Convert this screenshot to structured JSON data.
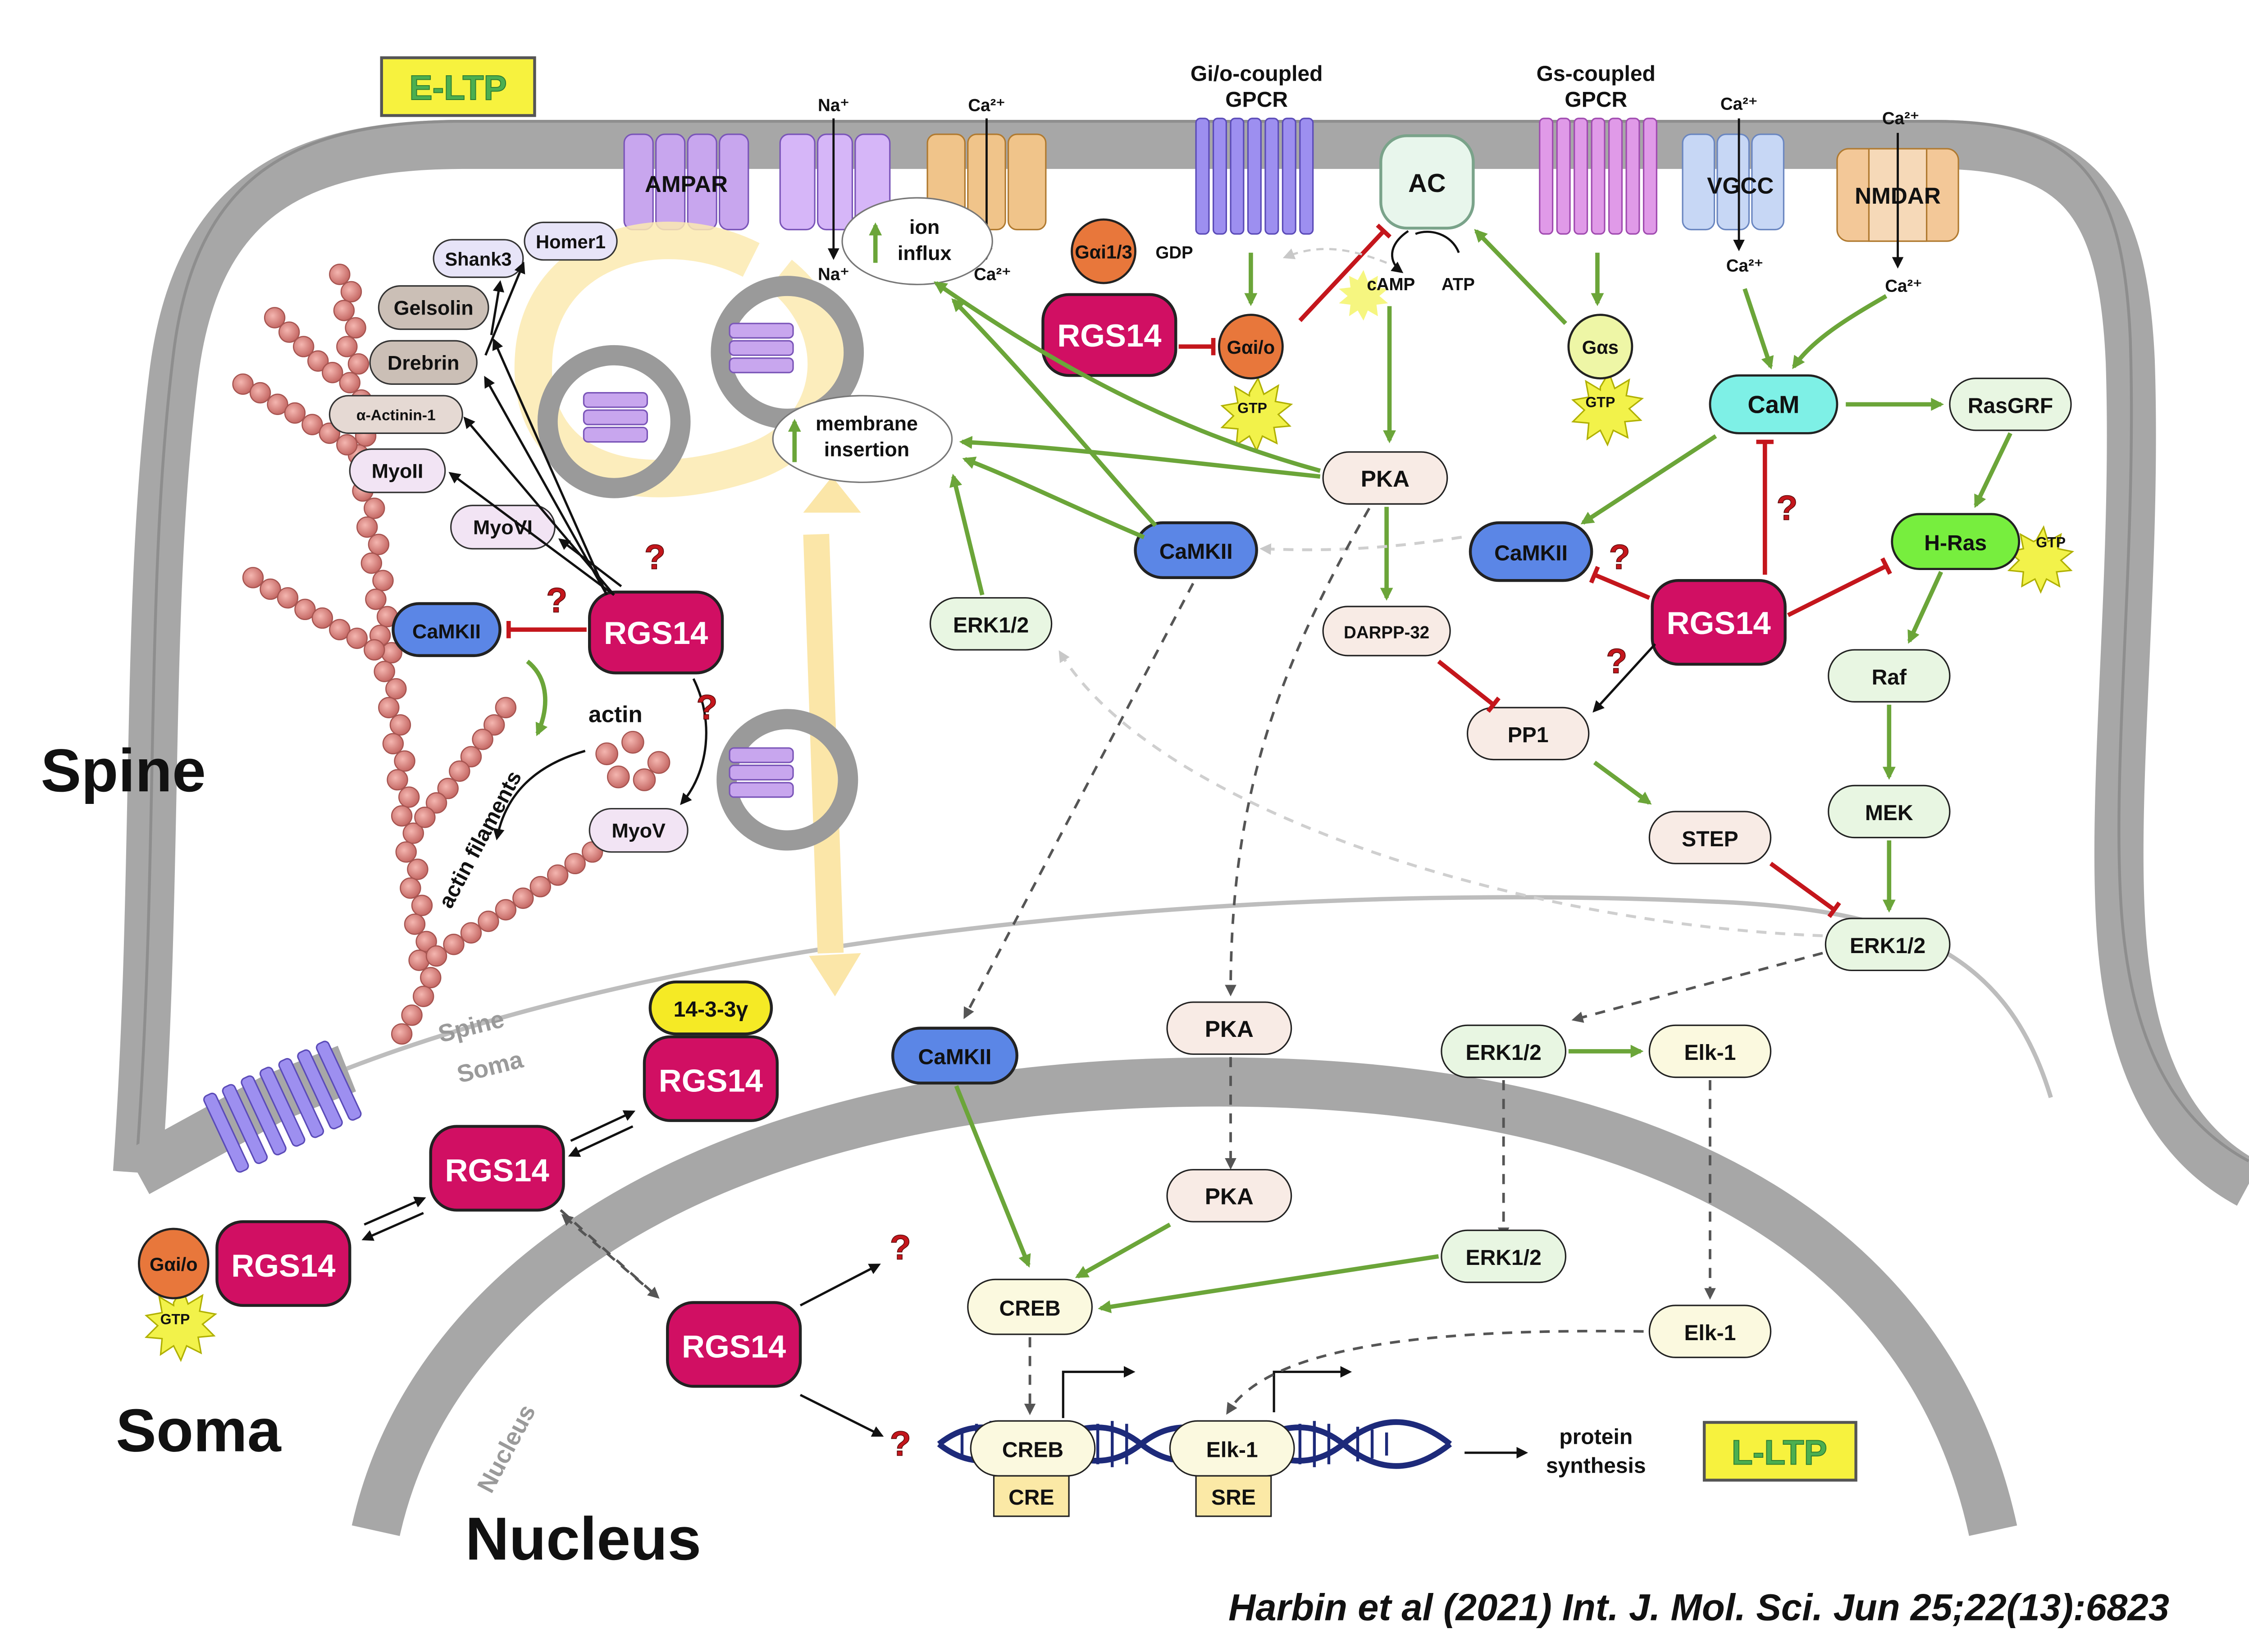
{
  "labels": {
    "e_ltp": "E-LTP",
    "l_ltp": "L-LTP",
    "spine": "Spine",
    "soma": "Soma",
    "nucleus": "Nucleus",
    "spine_small": "Spine",
    "soma_small": "Soma",
    "nucleus_small": "Nucleus",
    "citation": "Harbin et al (2021) Int. J. Mol. Sci. Jun 25;22(13):6823"
  },
  "membrane": {
    "ampar": "AMPAR",
    "na_top": "Na⁺",
    "na_bottom": "Na⁺",
    "ca_top": "Ca²⁺",
    "ca_bottom": "Ca²⁺",
    "gio_gpcr_line1": "Gi/o-coupled",
    "gio_gpcr_line2": "GPCR",
    "gs_gpcr_line1": "Gs-coupled",
    "gs_gpcr_line2": "GPCR",
    "ac": "AC",
    "vgcc": "VGCC",
    "vgcc_ca_top": "Ca²⁺",
    "vgcc_ca_bottom": "Ca²⁺",
    "nmdar": "NMDAR",
    "nmdar_ca_top": "Ca²⁺",
    "nmdar_ca_bottom": "Ca²⁺"
  },
  "spine_nodes": {
    "shank3": "Shank3",
    "homer1": "Homer1",
    "gelsolin": "Gelsolin",
    "drebrin": "Drebrin",
    "actinin": "α-Actinin-1",
    "myoii": "MyoII",
    "myovi": "MyoVI",
    "camkii_left": "CaMKII",
    "rgs14_left": "RGS14",
    "actin": "actin",
    "actin_filaments": "actin filaments",
    "myov": "MyoV",
    "ion_influx": "ion influx",
    "membrane_insertion": "membrane insertion",
    "gai13": "Gαi1/3",
    "gdp": "GDP",
    "rgs14_gpcr": "RGS14",
    "gaio": "Gαi/o",
    "gtp": "GTP",
    "camp": "cAMP",
    "atp": "ATP",
    "gas": "Gαs",
    "gtp_s": "GTP",
    "pka": "PKA",
    "camkii_mid": "CaMKII",
    "erk_left": "ERK1/2",
    "darpp": "DARPP-32",
    "cam": "CaM",
    "rasgrf": "RasGRF",
    "camkii_right": "CaMKII",
    "rgs14_right": "RGS14",
    "hras": "H-Ras",
    "hras_gtp": "GTP",
    "raf": "Raf",
    "mek": "MEK",
    "pp1": "PP1",
    "step": "STEP",
    "erk_right": "ERK1/2",
    "question": "?"
  },
  "soma_nodes": {
    "protein_1433": "14-3-3γ",
    "rgs14_1433": "RGS14",
    "rgs14_soma": "RGS14",
    "gaio_soma": "Gαi/o",
    "rgs14_mem": "RGS14",
    "gtp_soma": "GTP",
    "camkii_soma": "CaMKII",
    "pka_soma": "PKA",
    "erk_soma": "ERK1/2",
    "elk_soma": "Elk-1"
  },
  "nucleus_nodes": {
    "pka_nuc": "PKA",
    "erk_nuc": "ERK1/2",
    "elk_nuc": "Elk-1",
    "creb": "CREB",
    "rgs14_nuc": "RGS14",
    "creb_dna": "CREB",
    "cre": "CRE",
    "elk_dna": "Elk-1",
    "sre": "SRE",
    "protein": "protein",
    "synthesis": "synthesis"
  },
  "colors": {
    "rgs14": "#d10f63",
    "camkii": "#5b86e6",
    "green_arrow": "#6ba539",
    "inhibit": "#c4161c",
    "membrane": "#a9a9a9",
    "actin": "#e0908c",
    "ltp_box": "#f7f23e"
  }
}
